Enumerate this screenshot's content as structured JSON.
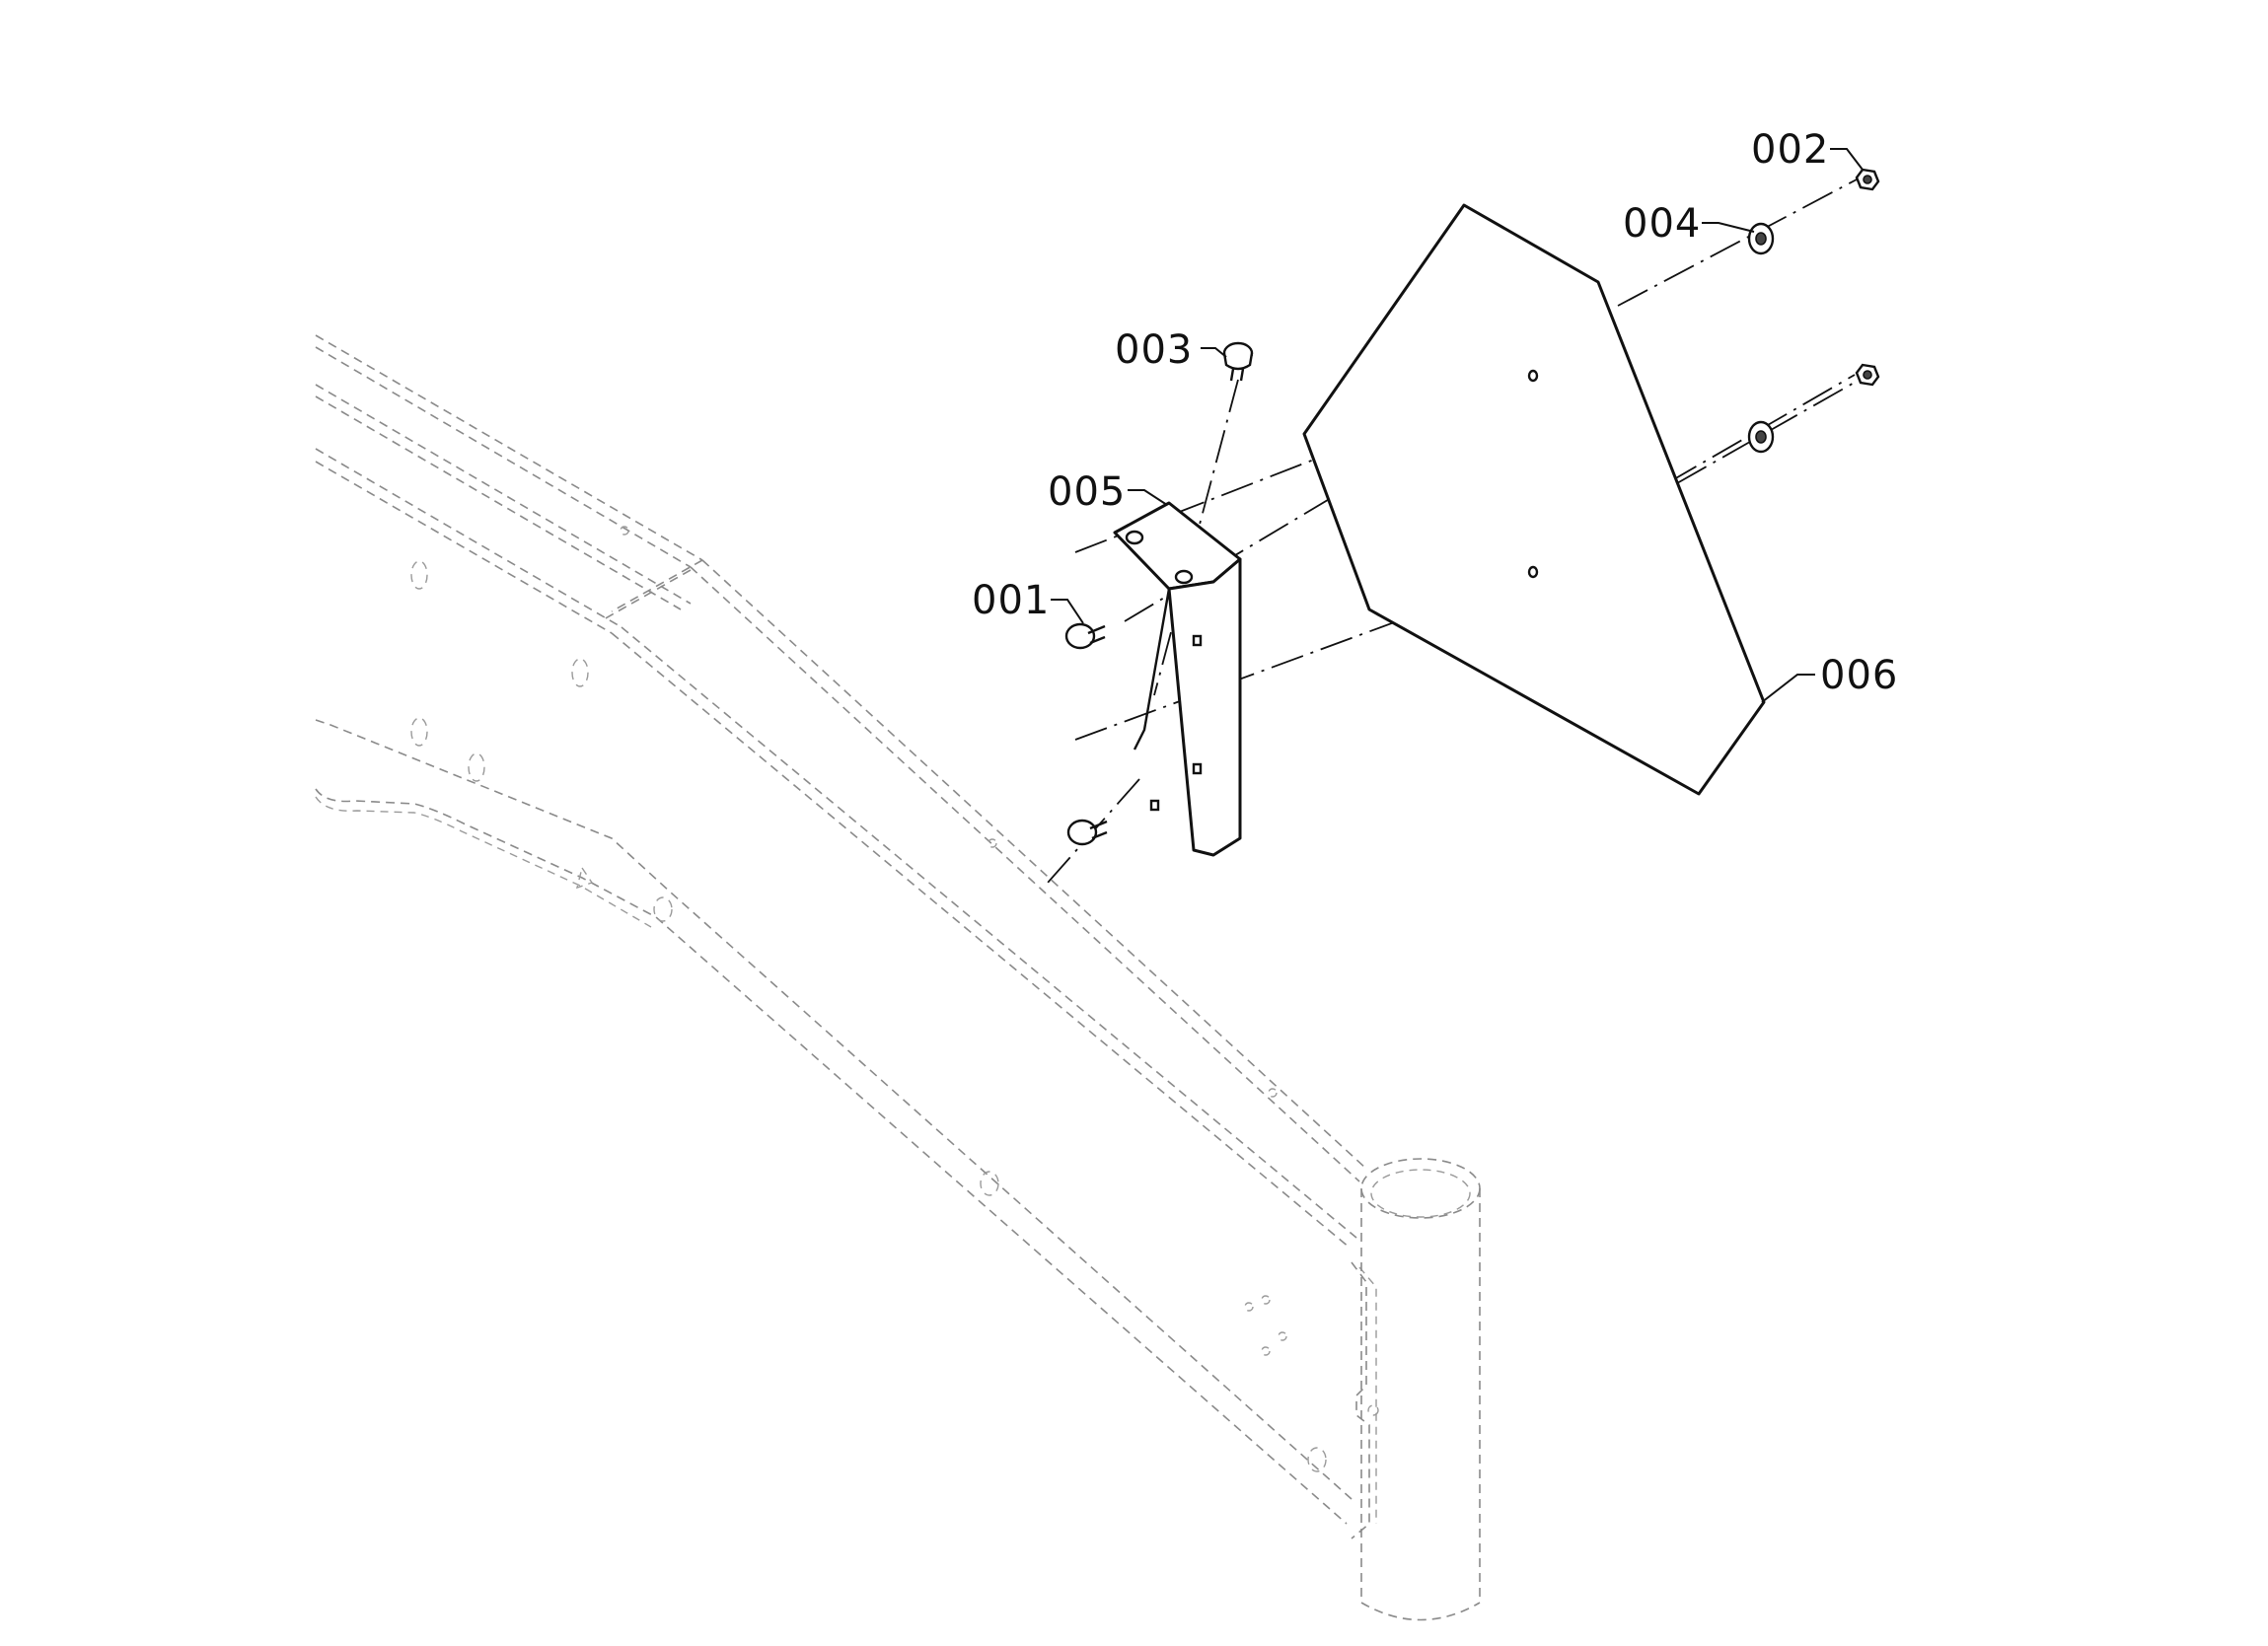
{
  "callouts": {
    "p001": "001",
    "p002": "002",
    "p003": "003",
    "p004": "004",
    "p005": "005",
    "p006": "006"
  }
}
